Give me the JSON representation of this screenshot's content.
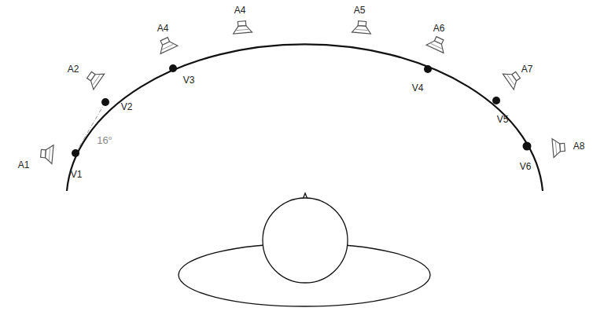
{
  "diagram": {
    "labels": [
      "A1",
      "A2",
      "A4",
      "A4",
      "A5",
      "A6",
      "A7",
      "A8",
      "V1",
      "V2",
      "V3",
      "V4",
      "V5",
      "V6",
      "16°"
    ]
  }
}
